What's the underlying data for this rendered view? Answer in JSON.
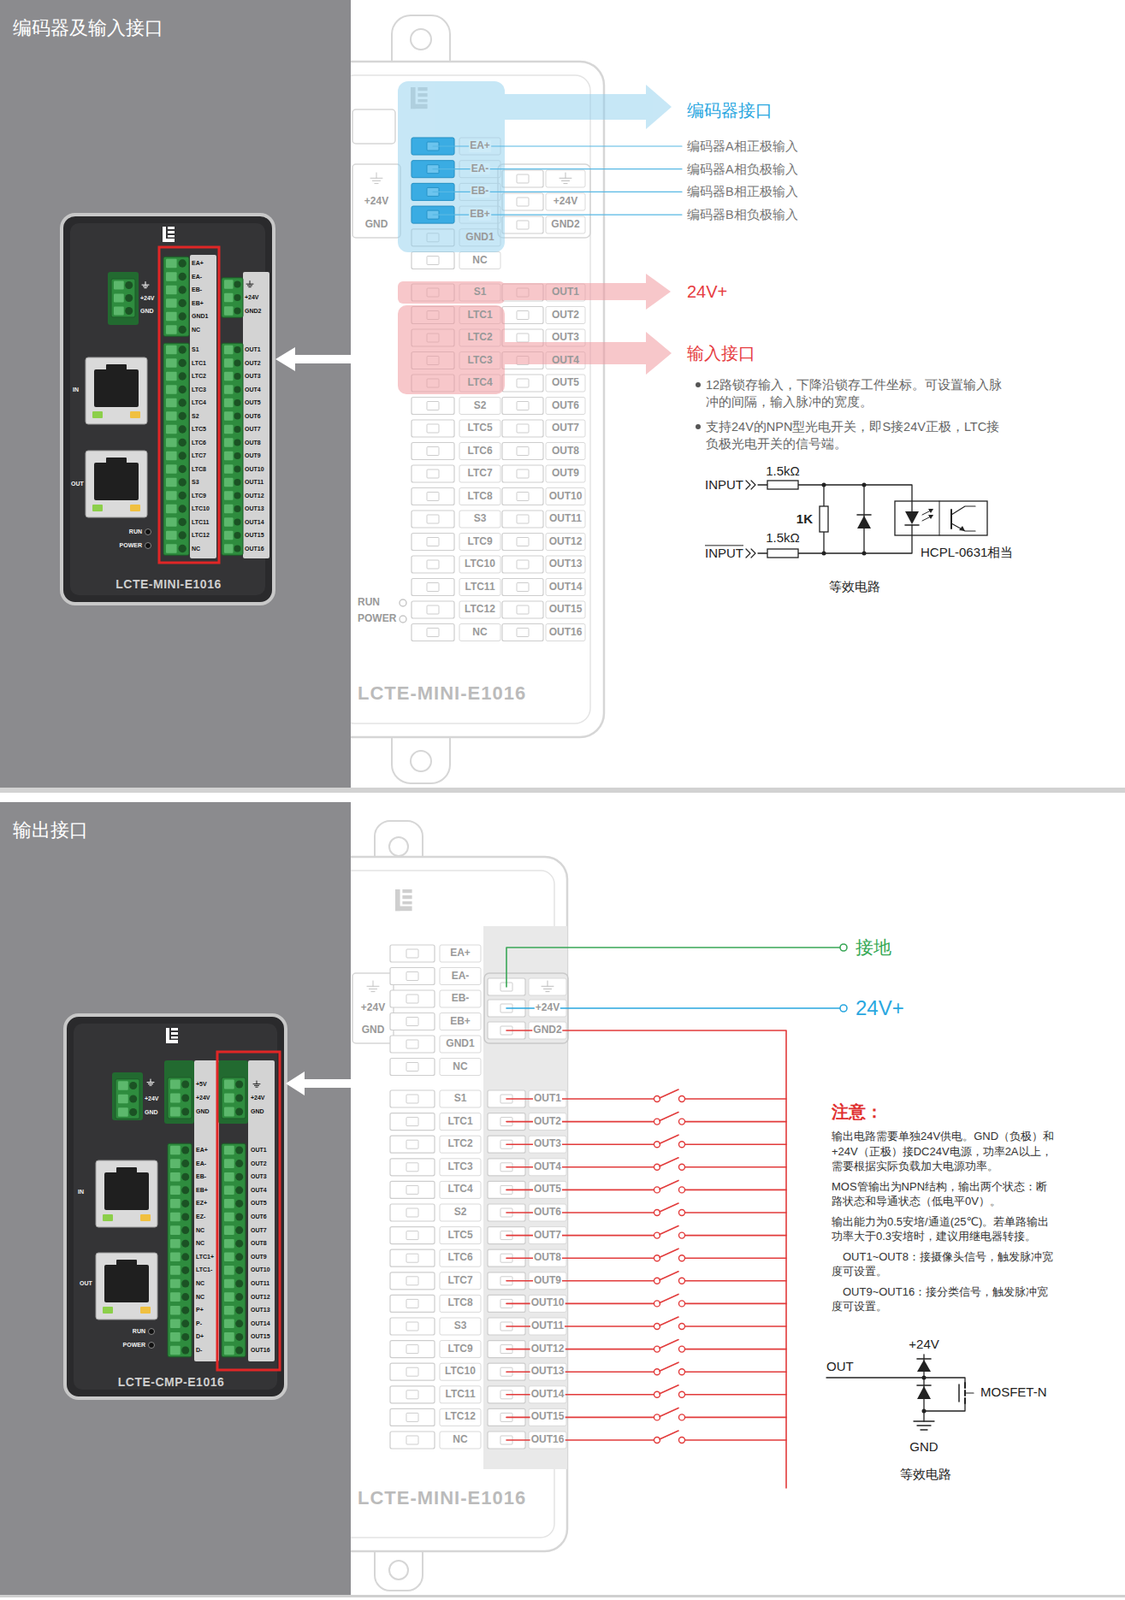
{
  "diagram": {
    "nodes": [
      {
        "text": [
          "编码器及输入接口"
        ]
      },
      {
        "text": [
          "输出接口"
        ]
      }
    ],
    "labels": [
      "+24V",
      "GND",
      "EA+",
      "EA-",
      "EB-",
      "EB+",
      "GND1",
      "NC",
      "S1",
      "LTC1",
      "LTC2",
      "LTC3",
      "LTC4",
      "S2",
      "LTC5",
      "LTC6",
      "LTC7",
      "LTC8",
      "S3",
      "LTC9",
      "LTC10",
      "LTC11",
      "LTC12",
      "NC",
      "+24V",
      "GND2",
      "OUT1",
      "OUT2",
      "OUT3",
      "OUT4",
      "OUT5",
      "OUT6",
      "OUT7",
      "OUT8",
      "OUT9",
      "OUT10",
      "OUT11",
      "OUT12",
      "OUT13",
      "OUT14",
      "OUT15",
      "OUT16",
      "IN",
      "OUT",
      "RUN",
      "POWER",
      "LCTE-MINI-E1016",
      "+24V",
      "GND",
      "EA+",
      "EA-",
      "EB-",
      "EB+",
      "GND1",
      "NC",
      "S1",
      "LTC1",
      "LTC2",
      "LTC3",
      "LTC4",
      "S2",
      "LTC5",
      "LTC6",
      "LTC7",
      "LTC8",
      "S3",
      "LTC9",
      "LTC10",
      "LTC11",
      "LTC12",
      "NC",
      "+24V",
      "GND2",
      "OUT1",
      "OUT2",
      "OUT3",
      "OUT4",
      "OUT5",
      "OUT6",
      "OUT7",
      "OUT8",
      "OUT9",
      "OUT10",
      "OUT11",
      "OUT12",
      "OUT13",
      "OUT14",
      "OUT15",
      "OUT16",
      "RUN",
      "POWER",
      "LCTE-MINI-E1016",
      "编码器接口",
      "编码器A相正极输入",
      "编码器A相负极输入",
      "编码器B相正极输入",
      "编码器B相负极输入",
      "24V+",
      "输入接口",
      "12路锁存输入，下降沿锁存工件坐标。可设置输入脉冲的间隔，输入脉冲的宽度。",
      "支持24V的NPN型光电开关，即S接24V正极，LTC接负极光电开关的信号端。",
      "INPUT",
      "1.5kΩ",
      "1K",
      "1.5kΩ",
      "INPUT",
      "HCPL-0631相当",
      "等效电路",
      "+24V",
      "GND",
      "+5V",
      "+24V",
      "GND",
      "+24V",
      "GND",
      "EA+",
      "EA-",
      "EB-",
      "EB+",
      "EZ+",
      "EZ-",
      "NC",
      "NC",
      "LTC1+",
      "LTC1-",
      "NC",
      "NC",
      "P+",
      "P-",
      "D+",
      "D-",
      "OUT1",
      "OUT2",
      "OUT3",
      "OUT4",
      "OUT5",
      "OUT6",
      "OUT7",
      "OUT8",
      "OUT9",
      "OUT10",
      "OUT11",
      "OUT12",
      "OUT13",
      "OUT14",
      "OUT15",
      "OUT16",
      "IN",
      "OUT",
      "RUN",
      "POWER",
      "LCTE-CMP-E1016",
      "+24V",
      "GND",
      "EA+",
      "EA-",
      "EB-",
      "EB+",
      "GND1",
      "NC",
      "S1",
      "LTC1",
      "LTC2",
      "LTC3",
      "LTC4",
      "S2",
      "LTC5",
      "LTC6",
      "LTC7",
      "LTC8",
      "S3",
      "LTC9",
      "LTC10",
      "LTC11",
      "LTC12",
      "NC",
      "+24V",
      "GND2",
      "OUT1",
      "OUT2",
      "OUT3",
      "OUT4",
      "OUT5",
      "OUT6",
      "OUT7",
      "OUT8",
      "OUT9",
      "OUT10",
      "OUT11",
      "OUT12",
      "OUT13",
      "OUT14",
      "OUT15",
      "OUT16",
      "LCTE-MINI-E1016",
      "接地",
      "24V+",
      "注意：",
      "输出电路需要单独24V供电。GND（负极）和+24V（正极）接DC24V电源，功率2A以上，需要根据实际负载加大电源功率。",
      "MOS管输出为NPN结构，输出两个状态：断路状态和导通状态（低电平0V）。",
      "输出能力为0.5安培/通道(25℃)。若单路输出功率大于0.3安培时，建议用继电器转接。",
      "OUT1~OUT8：接摄像头信号，触发脉冲宽度可设置。",
      "OUT9~OUT16：接分类信号，触发脉冲宽度可设置。",
      "+24V",
      "OUT",
      "MOSFET-N",
      "GND",
      "等效电路"
    ]
  }
}
